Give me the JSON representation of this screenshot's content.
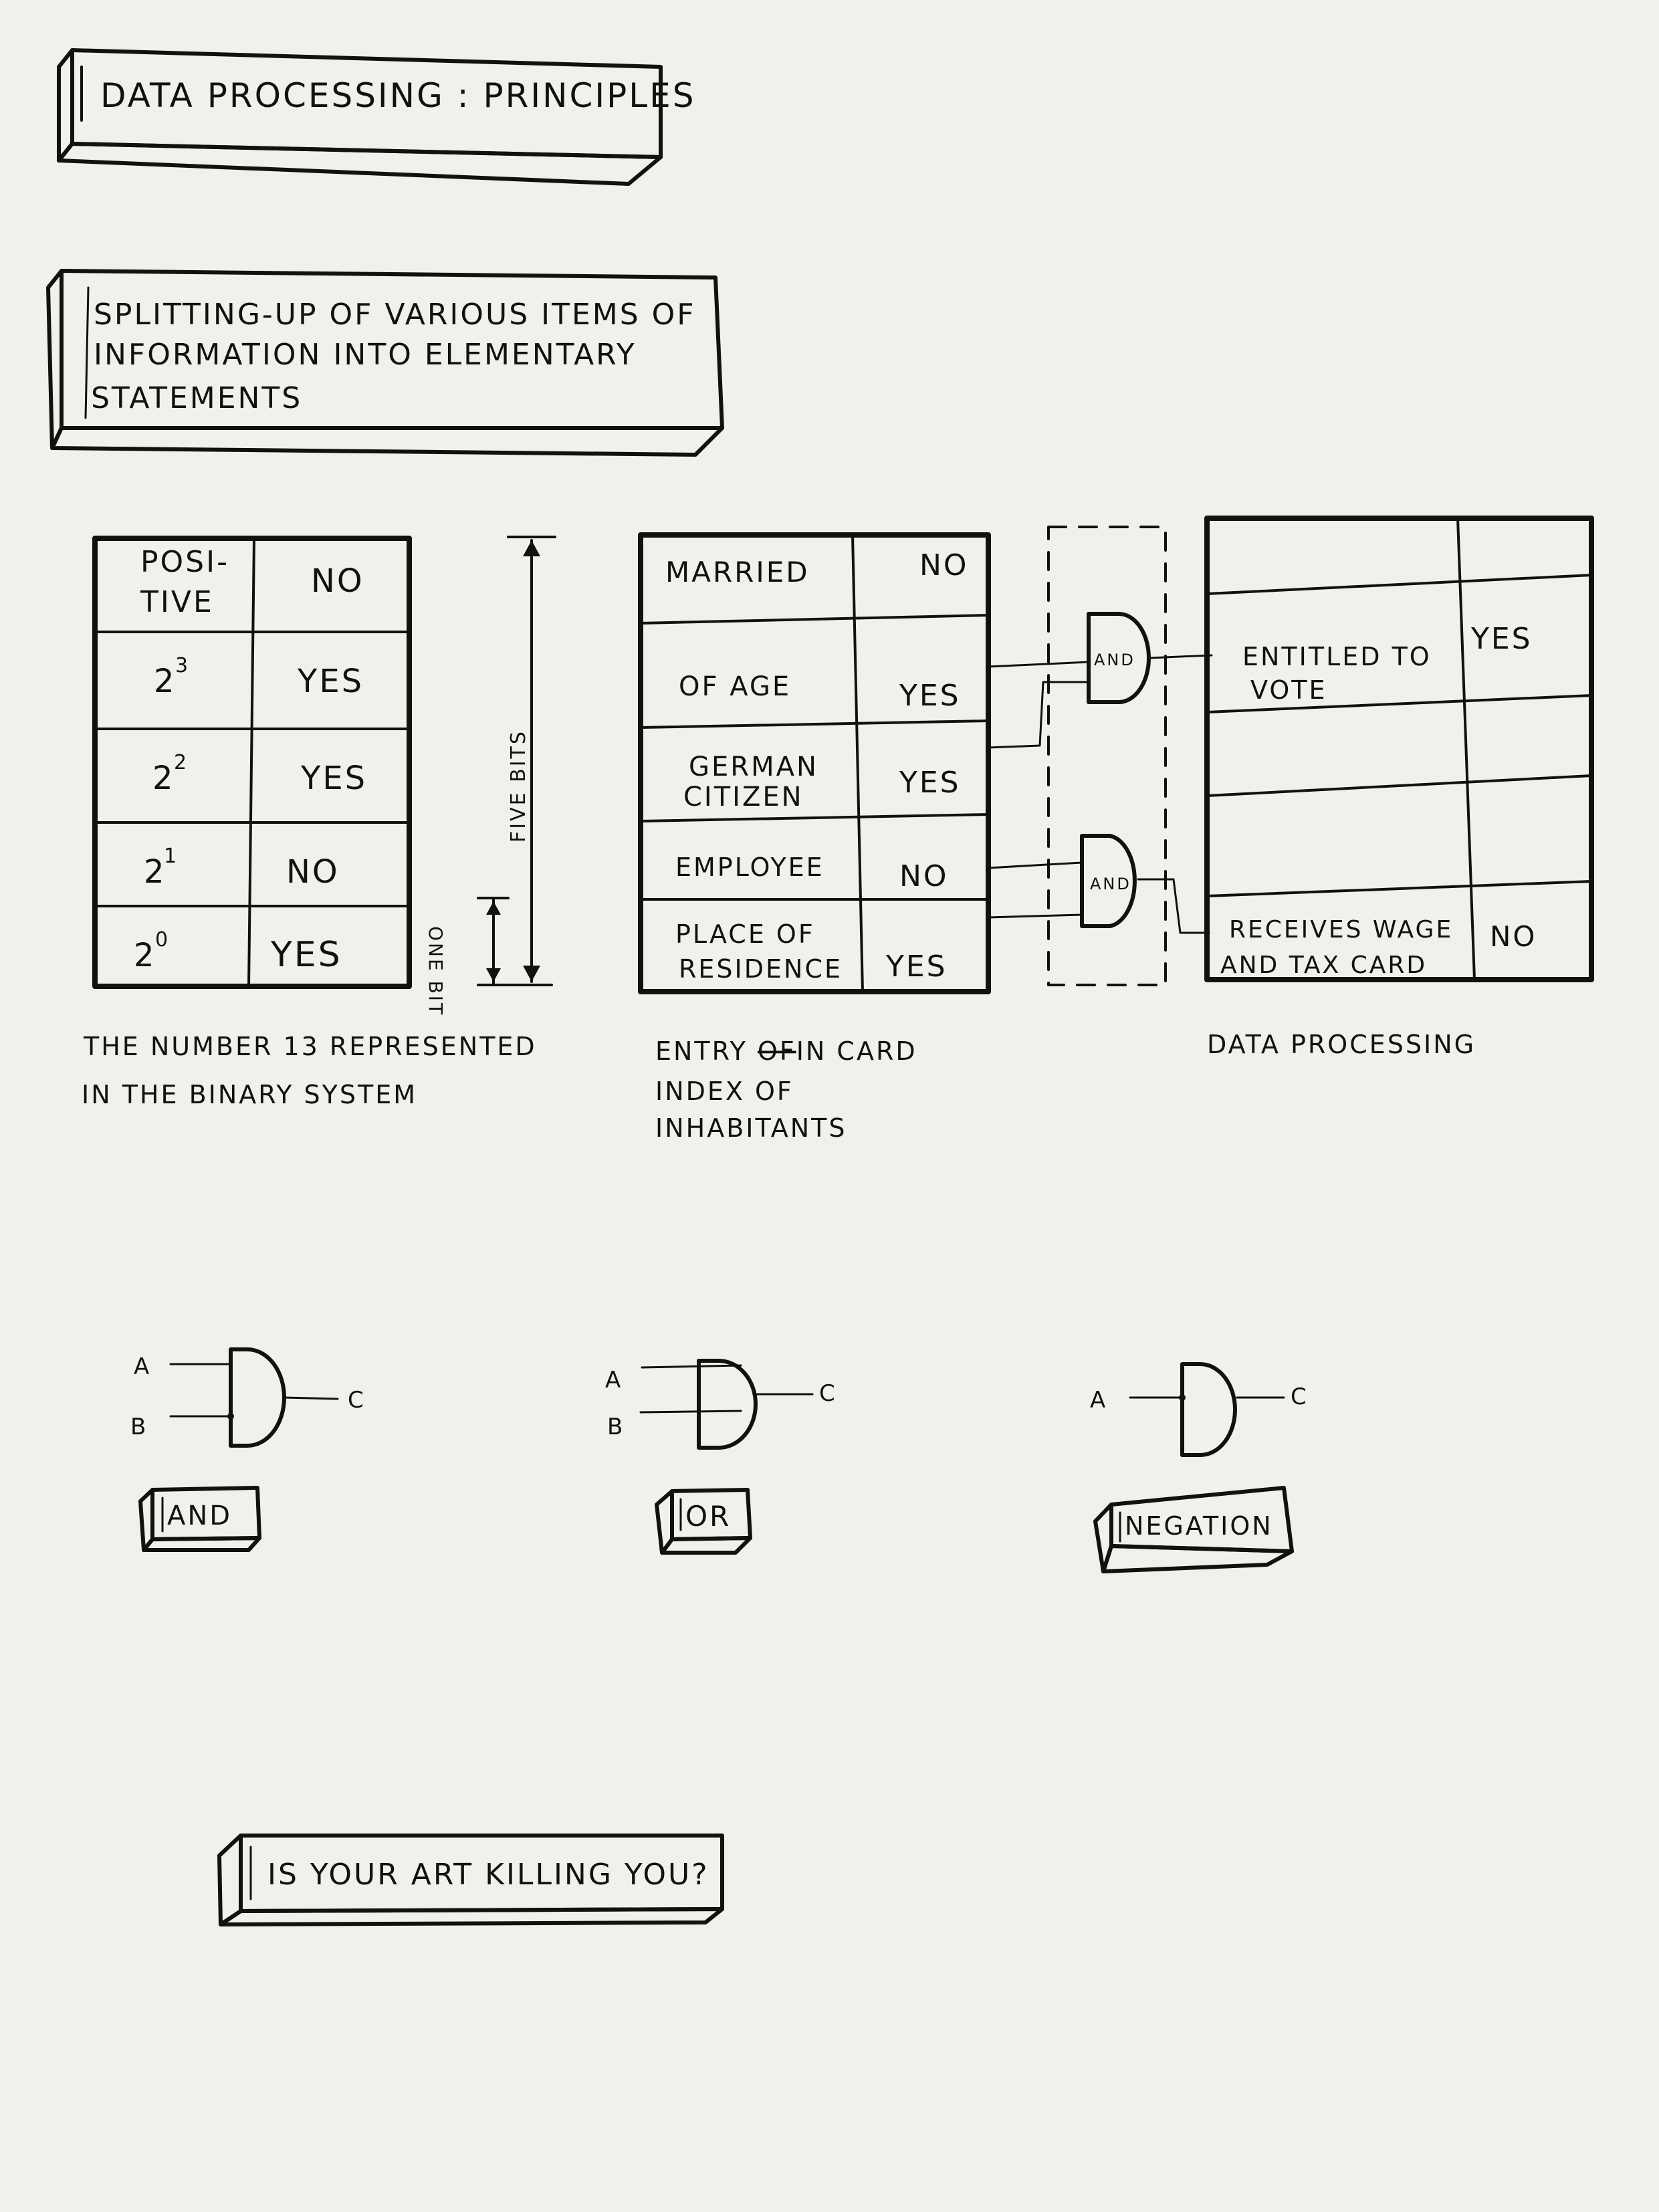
{
  "title": "DATA PROCESSING : PRINCIPLES",
  "subtitle_lines": [
    "SPLITTING-UP OF VARIOUS ITEMS OF",
    "INFORMATION INTO ELEMENTARY",
    "STATEMENTS"
  ],
  "binary_table": {
    "header": [
      "POSI-",
      "TIVE"
    ],
    "header_value": "NO",
    "rows": [
      {
        "position": "2",
        "exp": "3",
        "value": "YES"
      },
      {
        "position": "2",
        "exp": "2",
        "value": "YES"
      },
      {
        "position": "2",
        "exp": "1",
        "value": "NO"
      },
      {
        "position": "2",
        "exp": "0",
        "value": "YES"
      }
    ],
    "five_bits_label": "FIVE BITS",
    "one_bit_label": "ONE BIT",
    "caption_lines": [
      "THE NUMBER 13 REPRESENTED",
      "IN THE BINARY SYSTEM"
    ]
  },
  "card_table": {
    "rows": [
      {
        "label": [
          "MARRIED"
        ],
        "value": "NO"
      },
      {
        "label": [
          "OF AGE"
        ],
        "value": "YES"
      },
      {
        "label": [
          "GERMAN",
          "CITIZEN"
        ],
        "value": "YES"
      },
      {
        "label": [
          "EMPLOYEE"
        ],
        "value": "NO"
      },
      {
        "label": [
          "PLACE OF",
          "RESIDENCE"
        ],
        "value": "YES"
      }
    ],
    "caption_lines": [
      "ENTRY IN CARD",
      "INDEX OF",
      "INHABITANTS"
    ],
    "caption_struck": "OF"
  },
  "gates": {
    "top_label": "AND",
    "bottom_label": "AND"
  },
  "processing_table": {
    "entry1": {
      "label": [
        "ENTITLED TO",
        "VOTE"
      ],
      "value": "YES"
    },
    "entry2": {
      "label": [
        "RECEIVES WAGE",
        "AND TAX CARD"
      ],
      "value": "NO"
    },
    "caption": "DATA PROCESSING"
  },
  "logic_symbols": [
    {
      "label": "AND",
      "inputs": [
        "A",
        "B"
      ],
      "output": "C"
    },
    {
      "label": "OR",
      "inputs": [
        "A",
        "B"
      ],
      "output": "C"
    },
    {
      "label": "NEGATION",
      "inputs": [
        "A"
      ],
      "output": "C"
    }
  ],
  "footer": "IS YOUR ART KILLING YOU?"
}
